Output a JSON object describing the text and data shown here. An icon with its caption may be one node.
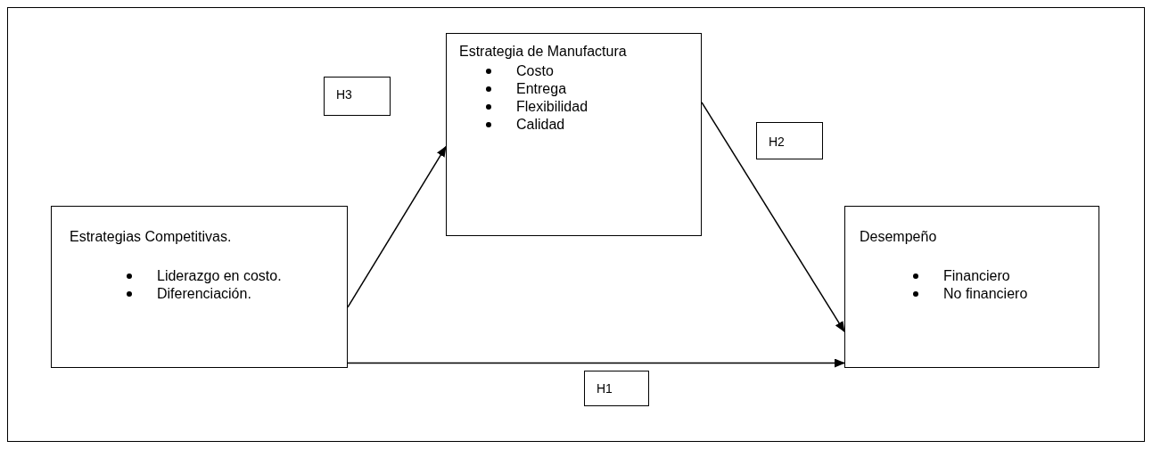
{
  "diagram": {
    "nodes": [
      {
        "text": [
          "Estrategias Competitivas.",
          "Liderazgo en costo.",
          "Diferenciación."
        ]
      },
      {
        "text": [
          "Estrategia de Manufactura",
          "Costo",
          "Entrega",
          "Flexibilidad",
          "Calidad"
        ]
      },
      {
        "text": [
          "Desempeño",
          "Financiero",
          "No financiero"
        ]
      },
      {
        "text": [
          "H3"
        ]
      },
      {
        "text": [
          "H2"
        ]
      },
      {
        "text": [
          "H1"
        ]
      }
    ],
    "edges": [
      {
        "from": 0,
        "to": 1,
        "arrow": "to"
      },
      {
        "from": 1,
        "to": 2,
        "arrow": "to"
      },
      {
        "from": 0,
        "to": 2,
        "arrow": "to"
      }
    ]
  }
}
